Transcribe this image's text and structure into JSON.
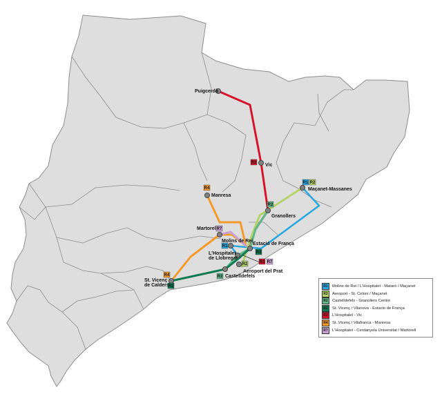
{
  "stations": [
    {
      "id": "puigcerda",
      "label": "Puigcerdà"
    },
    {
      "id": "vic",
      "label": "Vic"
    },
    {
      "id": "macanet",
      "label": "Maçanet-Massanes"
    },
    {
      "id": "manresa",
      "label": "Manresa"
    },
    {
      "id": "granollers",
      "label": "Granollers"
    },
    {
      "id": "martorell",
      "label": "Martorell"
    },
    {
      "id": "molins",
      "label": "Molins de Rei"
    },
    {
      "id": "estacio",
      "label": "Estació de França"
    },
    {
      "id": "hospitalet",
      "label": "L'Hospitalet\nde Llobregat"
    },
    {
      "id": "aeroport",
      "label": "Aeroport del Prat"
    },
    {
      "id": "castelldefels",
      "label": "Castelldefels"
    },
    {
      "id": "stvicenc",
      "label": "St. Vicenç\nde Calders"
    }
  ],
  "lines": [
    {
      "code": "R1",
      "color": "#29a8e0",
      "name": "Molins de Rei / L'Hospitalet - Mataró / Maçanet"
    },
    {
      "code": "R2",
      "color": "#b5d36b",
      "name": "Aeroport - St. Celoni / Maçanet"
    },
    {
      "code": "R2",
      "color": "#5fb88c",
      "name": "Castelldefels - Granollers Centre"
    },
    {
      "code": "R2",
      "color": "#0d7a52",
      "name": "St. Vicenç / Vilanova - Estacio de França"
    },
    {
      "code": "R3",
      "color": "#d7132b",
      "name": "L'Hospitalet - Vic"
    },
    {
      "code": "R4",
      "color": "#f39a2b",
      "name": "St. Vicenç / Vilafranca - Manresa"
    },
    {
      "code": "R7",
      "color": "#c9a2d2",
      "name": "L'Hospitalet - Cerdanyola Universitat / Martorell"
    }
  ],
  "tags": [
    {
      "code": "R3",
      "color": "#d7132b"
    },
    {
      "code": "R1",
      "color": "#29a8e0"
    },
    {
      "code": "R2",
      "color": "#b5d36b"
    },
    {
      "code": "R4",
      "color": "#f39a2b"
    },
    {
      "code": "R2",
      "color": "#5fb88c"
    },
    {
      "code": "R7",
      "color": "#c9a2d2"
    },
    {
      "code": "R1",
      "color": "#29a8e0"
    },
    {
      "code": "R2",
      "color": "#0d7a52"
    },
    {
      "code": "R3",
      "color": "#d7132b"
    },
    {
      "code": "R7",
      "color": "#c9a2d2"
    },
    {
      "code": "R2",
      "color": "#b5d36b"
    },
    {
      "code": "R2",
      "color": "#5fb88c"
    },
    {
      "code": "R4",
      "color": "#f39a2b"
    },
    {
      "code": "R2",
      "color": "#0d7a52"
    }
  ],
  "colors": {
    "land": "#dedede",
    "border": "#8c8c8c",
    "station": "#808080"
  }
}
